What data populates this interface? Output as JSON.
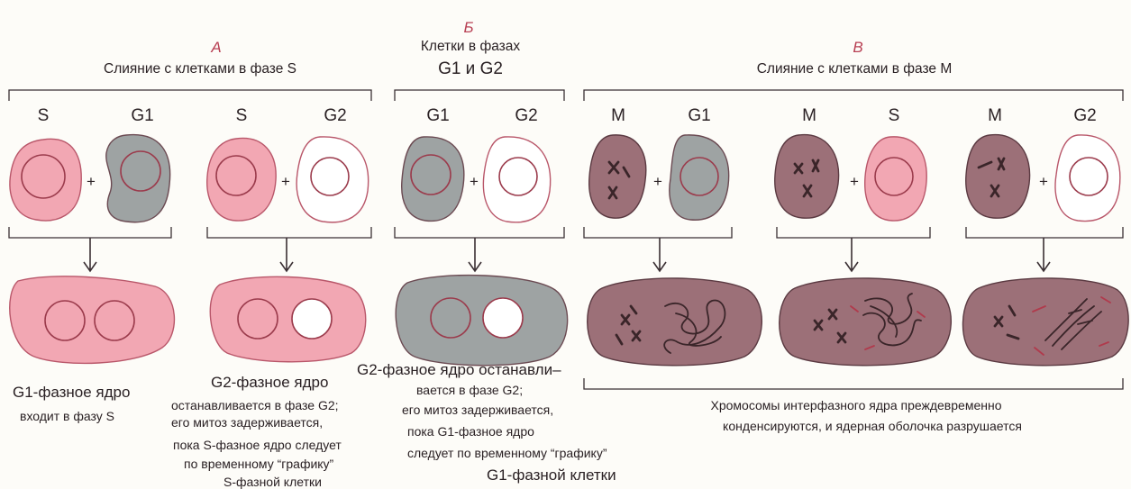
{
  "panels": {
    "a": {
      "letter": "А",
      "title": "Слияние с клетками в фазе S",
      "pair1": {
        "left": "S",
        "right": "G1"
      },
      "pair2": {
        "left": "S",
        "right": "G2"
      },
      "caption1": [
        "G1-фазное ядро",
        "входит в фазу S"
      ],
      "caption2": [
        "G2-фазное ядро",
        "останавливается в фазе G2;",
        "его митоз задерживается,",
        "пока S-фазное ядро следует",
        "по временному “графику”",
        "S-фазной клетки"
      ]
    },
    "b": {
      "letter": "Б",
      "title_line1": "Клетки в фазах",
      "title_line2": "G1 и G2",
      "pair": {
        "left": "G1",
        "right": "G2"
      },
      "caption": [
        "G2-фазное ядро останавли–",
        "вается в фазе G2;",
        "его митоз задерживается,",
        "пока G1-фазное ядро",
        "следует по временному “графику”",
        "G1-фазной клетки"
      ]
    },
    "c": {
      "letter": "В",
      "title": "Слияние с клетками в фазе М",
      "pair1": {
        "left": "M",
        "right": "G1"
      },
      "pair2": {
        "left": "M",
        "right": "S"
      },
      "pair3": {
        "left": "M",
        "right": "G2"
      },
      "caption": [
        "Хромосомы интерфазного ядра преждевременно",
        "конденсируются, и ядерная оболочка разрушается"
      ]
    }
  },
  "symbols": {
    "plus": "+"
  },
  "colors": {
    "s_phase": "#f2a7b3",
    "g1_phase": "#9ea3a3",
    "g2_phase": "#ffffff",
    "m_phase": "#9c7078",
    "outline": "#b9576a",
    "letter": "#b84054"
  }
}
